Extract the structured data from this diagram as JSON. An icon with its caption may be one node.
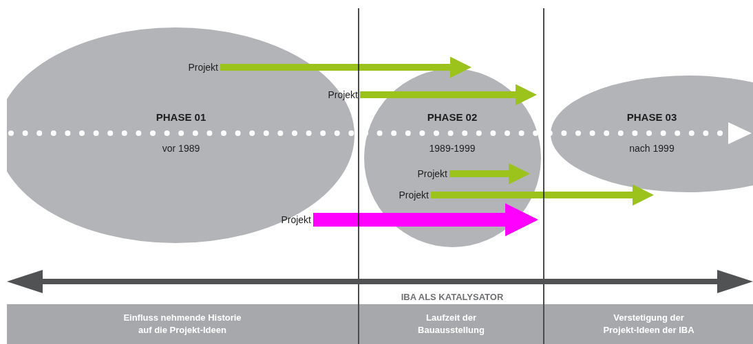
{
  "diagram": {
    "nodes": [
      {
        "text": [
          "PHASE 01",
          "vor 1989"
        ]
      },
      {
        "text": [
          "PHASE 02",
          "1989-1999"
        ]
      },
      {
        "text": [
          "PHASE 03",
          "nach 1999"
        ]
      },
      {
        "text": [
          "Projekt"
        ],
        "in": 0
      },
      {
        "text": [
          "Projekt"
        ]
      },
      {
        "text": [
          "Projekt"
        ],
        "in": 1
      },
      {
        "text": [
          "Projekt"
        ],
        "in": 1
      },
      {
        "text": [
          "Projekt"
        ]
      },
      {
        "text": [
          "Einfluss nehmende Historie auf die Projekt-Ideen"
        ]
      },
      {
        "text": [
          "Laufzeit der Bauausstellung"
        ]
      },
      {
        "text": [
          "Verstetigung der Projekt-Ideen der IBA"
        ]
      }
    ],
    "edges": [
      {
        "from": 3,
        "to": 1,
        "arrow": "to"
      },
      {
        "from": 4,
        "to": 1,
        "arrow": "to"
      },
      {
        "from": 5,
        "to": null,
        "arrow": "to"
      },
      {
        "from": 6,
        "to": 2,
        "arrow": "to"
      },
      {
        "from": 7,
        "to": 1,
        "arrow": "to",
        "style": "thick",
        "color": "#ff00ff"
      }
    ],
    "labels": [
      "IBA ALS KATALYSATOR"
    ]
  }
}
